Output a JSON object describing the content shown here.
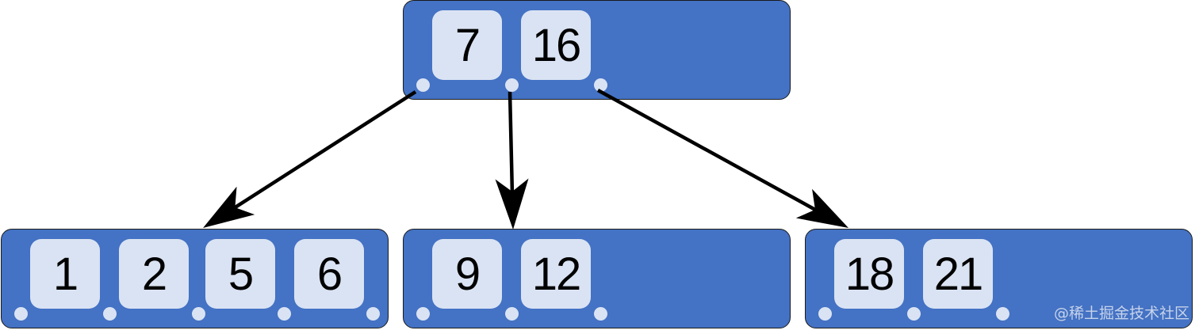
{
  "nodes": {
    "root": {
      "keys": [
        "7",
        "16"
      ]
    },
    "child_1": {
      "keys": [
        "1",
        "2",
        "5",
        "6"
      ]
    },
    "child_2": {
      "keys": [
        "9",
        "12"
      ]
    },
    "child_3": {
      "keys": [
        "18",
        "21"
      ]
    }
  },
  "edges": [
    {
      "from": "root",
      "pointer": 0,
      "to": "child_1"
    },
    {
      "from": "root",
      "pointer": 1,
      "to": "child_2"
    },
    {
      "from": "root",
      "pointer": 2,
      "to": "child_3"
    }
  ],
  "watermark": "@稀土掘金技术社区",
  "colors": {
    "node_fill": "#4472c4",
    "node_border": "#1b1b1b",
    "key_fill": "#dae3f3",
    "pointer_dot": "#dae3f3",
    "arrow": "#000000"
  }
}
